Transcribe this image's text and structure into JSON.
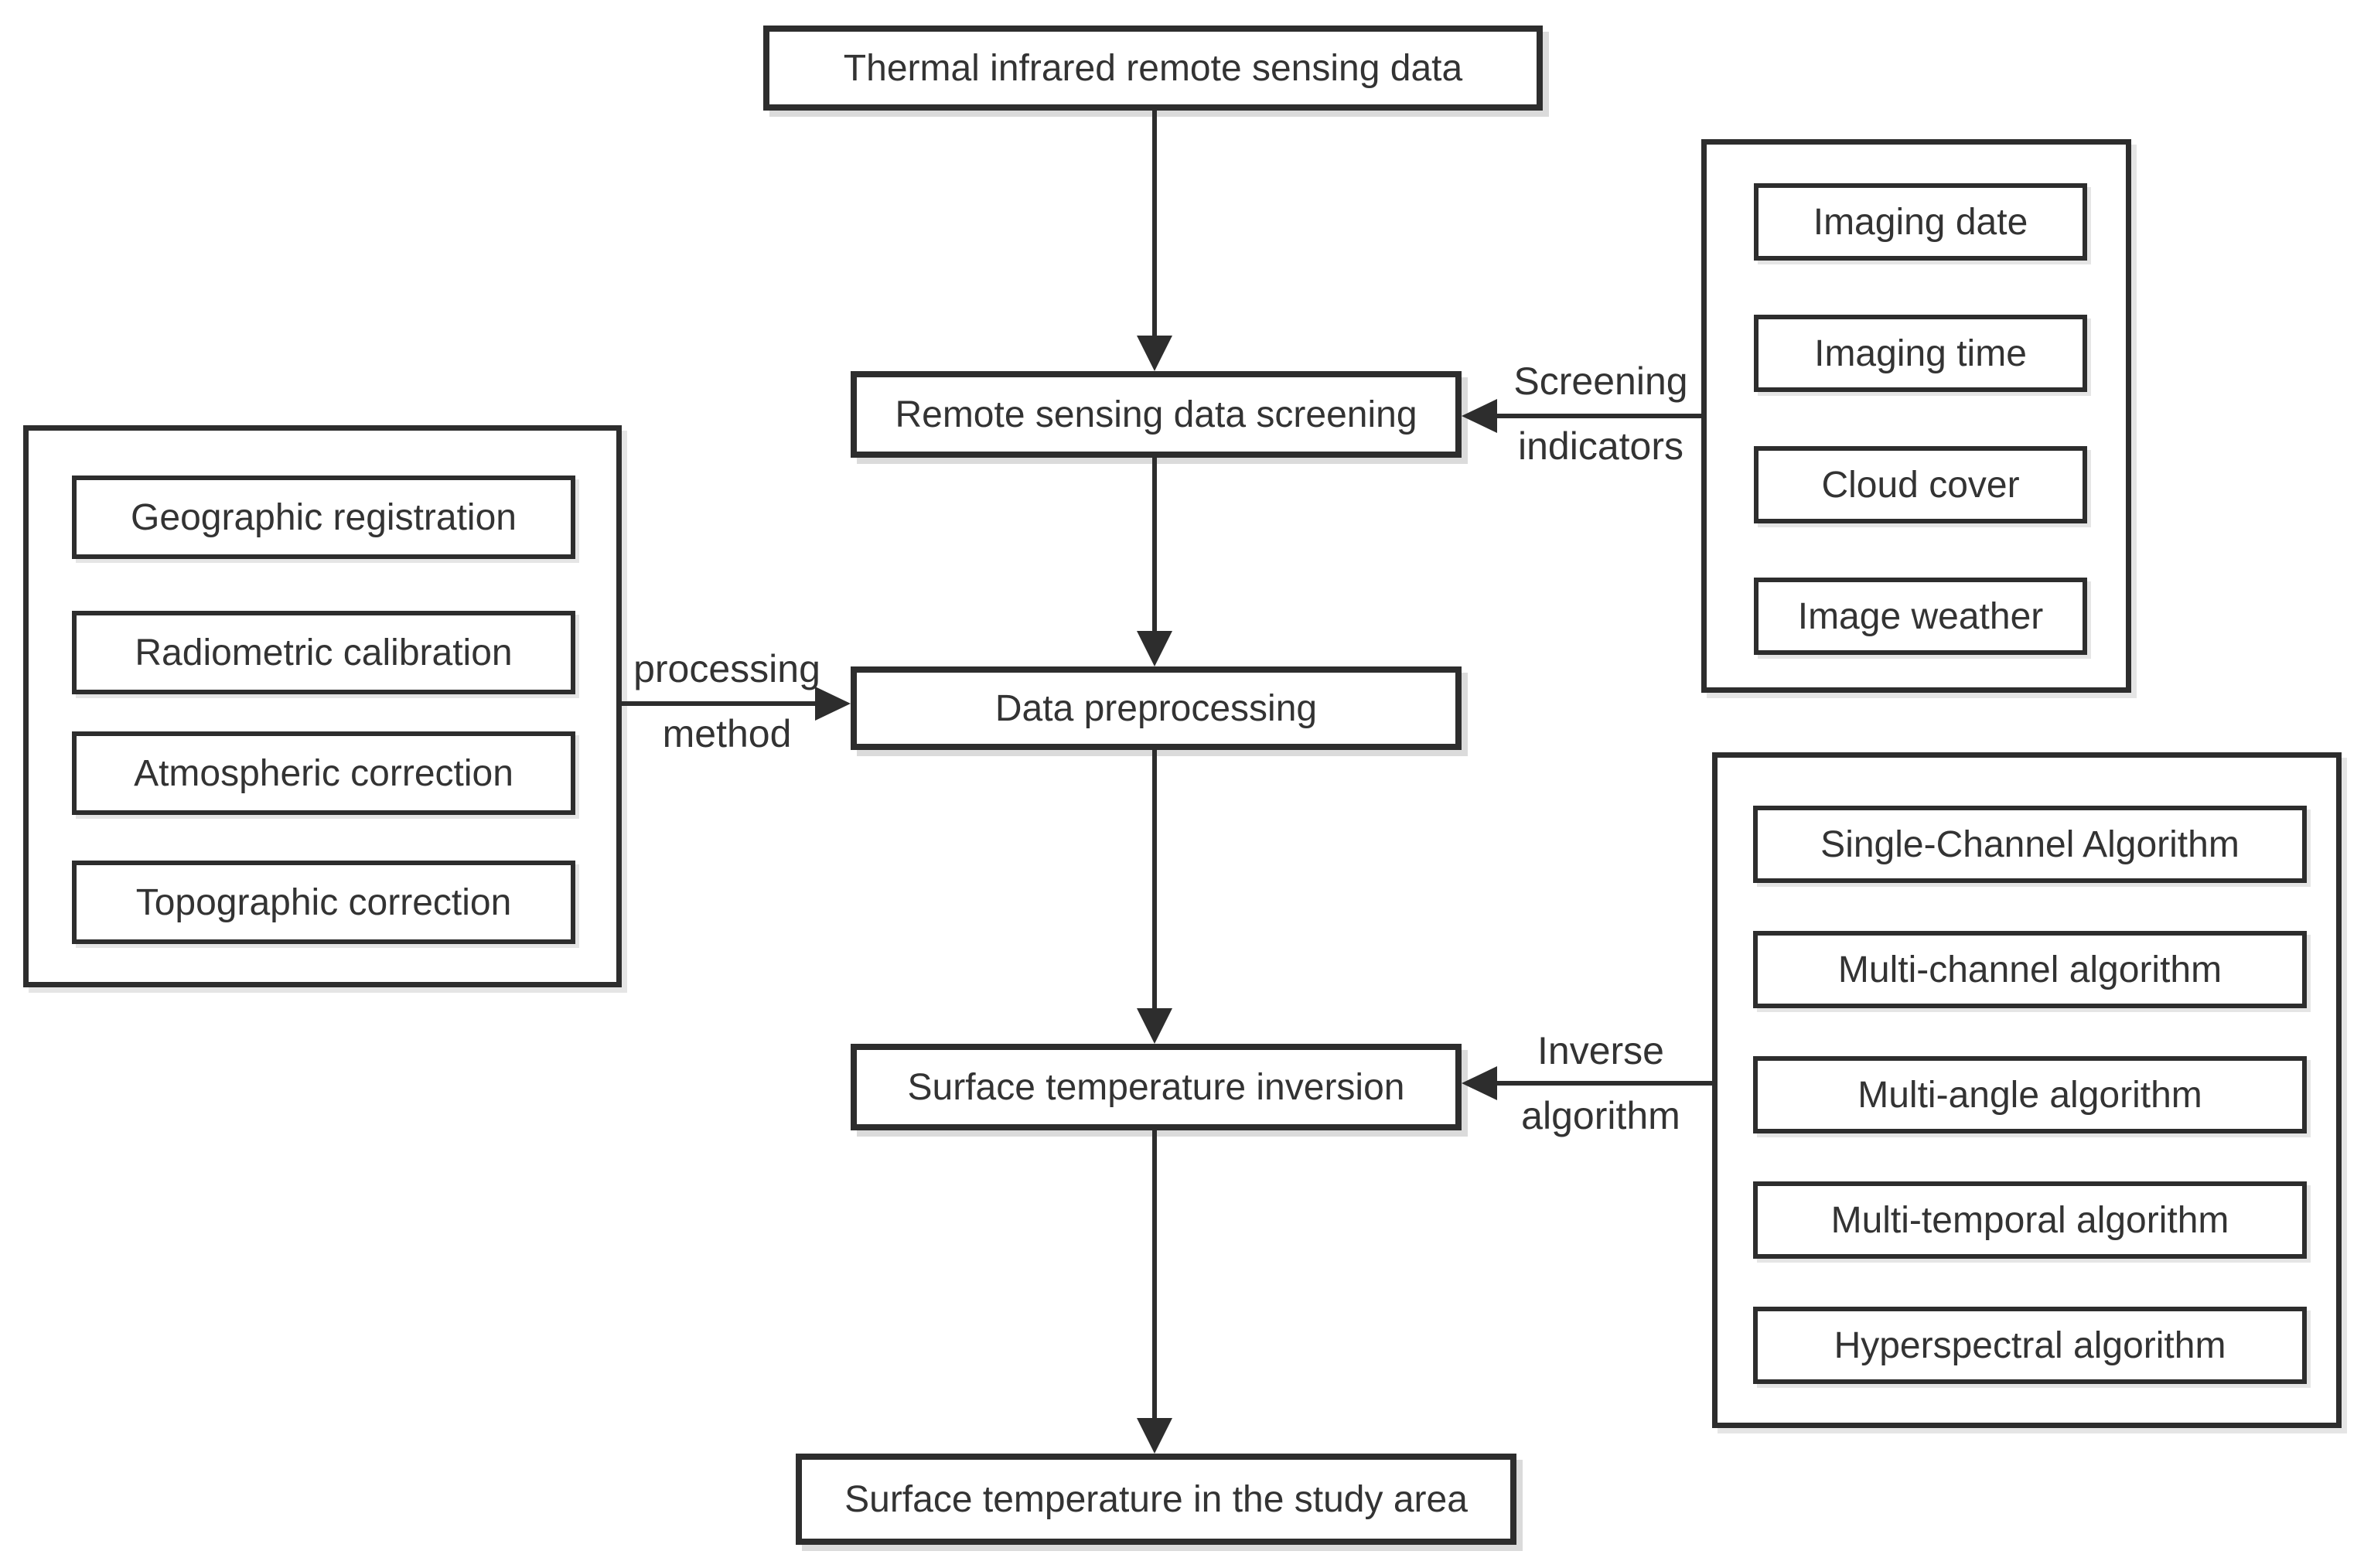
{
  "title": "Thermal infrared remote sensing surface temperature retrieval flowchart",
  "colors": {
    "stroke": "#2d2d2d",
    "text": "#333333",
    "background": "#ffffff"
  },
  "flow": {
    "source": "Thermal infrared remote sensing data",
    "screening": "Remote sensing data screening",
    "preprocessing": "Data preprocessing",
    "inversion": "Surface temperature inversion",
    "result": "Surface temperature in the study area"
  },
  "labels": {
    "screening_indicators": {
      "line1": "Screening",
      "line2": "indicators"
    },
    "processing_method": {
      "line1": "processing",
      "line2": "method"
    },
    "inverse_algorithm": {
      "line1": "Inverse",
      "line2": "algorithm"
    }
  },
  "groups": {
    "screening_indicators": {
      "items": [
        "Imaging date",
        "Imaging time",
        "Cloud cover",
        "Image weather"
      ]
    },
    "processing_methods": {
      "items": [
        "Geographic registration",
        "Radiometric calibration",
        "Atmospheric correction",
        "Topographic correction"
      ]
    },
    "inverse_algorithms": {
      "items": [
        "Single-Channel Algorithm",
        "Multi-channel algorithm",
        "Multi-angle algorithm",
        "Multi-temporal algorithm",
        "Hyperspectral algorithm"
      ]
    }
  }
}
